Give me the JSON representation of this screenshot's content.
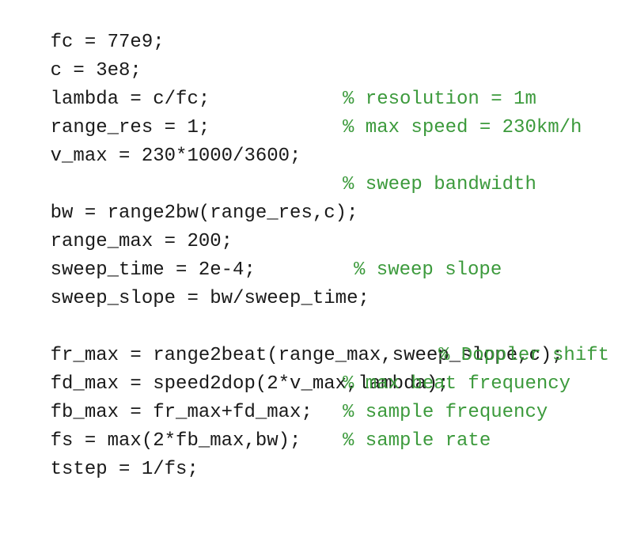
{
  "editor": {
    "colors": {
      "background": "#ffffff",
      "code": "#1a1a1a",
      "comment": "#3c9a3c"
    },
    "lines": [
      {
        "code": "fc = 77e9;",
        "comment": ""
      },
      {
        "code": "c = 3e8;",
        "comment": ""
      },
      {
        "code": "lambda = c/fc;",
        "comment": ""
      },
      {
        "code": "range_res = 1;",
        "comment": "% resolution = 1m"
      },
      {
        "code": "v_max = 230*1000/3600;",
        "comment": "% max speed = 230km/h"
      },
      {
        "code": "",
        "comment": ""
      },
      {
        "code": "bw = range2bw(range_res,c);",
        "comment": "% sweep bandwidth"
      },
      {
        "code": "range_max = 200;",
        "comment": ""
      },
      {
        "code": "sweep_time = 2e-4;",
        "comment": ""
      },
      {
        "code": "sweep_slope = bw/sweep_time;",
        "comment": "% sweep slope"
      },
      {
        "code": "",
        "comment": ""
      },
      {
        "code": "fr_max = range2beat(range_max,sweep_slope,c);",
        "comment": ""
      },
      {
        "code": "fd_max = speed2dop(2*v_max,lambda);",
        "comment": "% Doppler shift"
      },
      {
        "code": "fb_max = fr_max+fd_max;",
        "comment": "% max beat frequency"
      },
      {
        "code": "fs = max(2*fb_max,bw);",
        "comment": "% sample frequency"
      },
      {
        "code": "tstep = 1/fs;",
        "comment": "% sample rate"
      }
    ]
  }
}
